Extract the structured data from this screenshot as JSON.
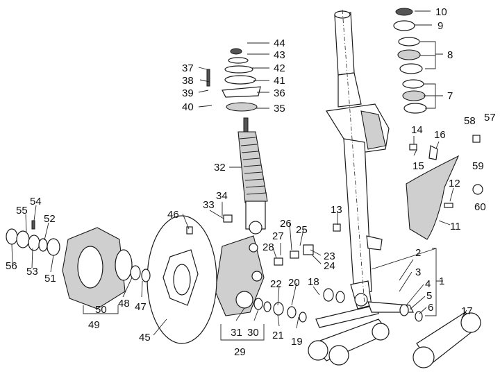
{
  "callouts": [
    "1",
    "2",
    "3",
    "4",
    "5",
    "6",
    "7",
    "8",
    "9",
    "10",
    "11",
    "12",
    "13",
    "14",
    "15",
    "16",
    "17",
    "18",
    "19",
    "20",
    "21",
    "22",
    "23",
    "24",
    "25",
    "26",
    "27",
    "28",
    "29",
    "30",
    "31",
    "32",
    "33",
    "34",
    "35",
    "36",
    "37",
    "38",
    "39",
    "40",
    "41",
    "42",
    "43",
    "44",
    "45",
    "46",
    "47",
    "48",
    "49",
    "50",
    "51",
    "52",
    "53",
    "54",
    "55",
    "56",
    "57",
    "58",
    "59",
    "60"
  ],
  "colors": {
    "line": "#1a1a1a",
    "shade": "#cfcfcf",
    "background": "#ffffff"
  }
}
